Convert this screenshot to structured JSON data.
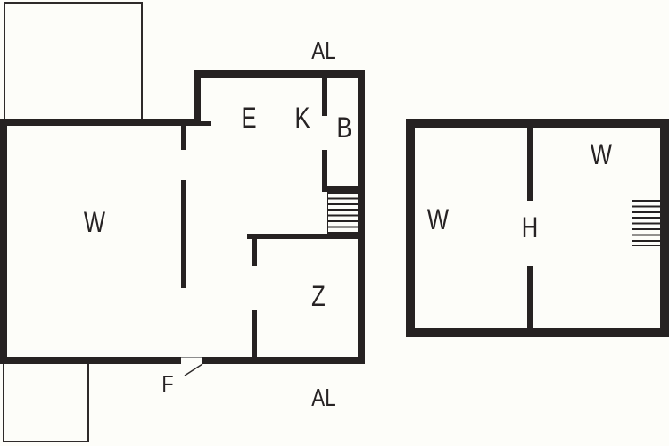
{
  "diagram": {
    "type": "floor-plan",
    "colors": {
      "wall": "#262222",
      "background": "#fdfdf9"
    },
    "ground_floor": {
      "balcony_top_label": "AL",
      "balcony_bottom_label": "AL",
      "entrance_label": "F",
      "rooms": {
        "w": "W",
        "e": "E",
        "k": "K",
        "b": "B",
        "z": "Z"
      }
    },
    "upper_floor": {
      "rooms": {
        "w_left": "W",
        "h": "H",
        "w_right": "W"
      }
    }
  }
}
